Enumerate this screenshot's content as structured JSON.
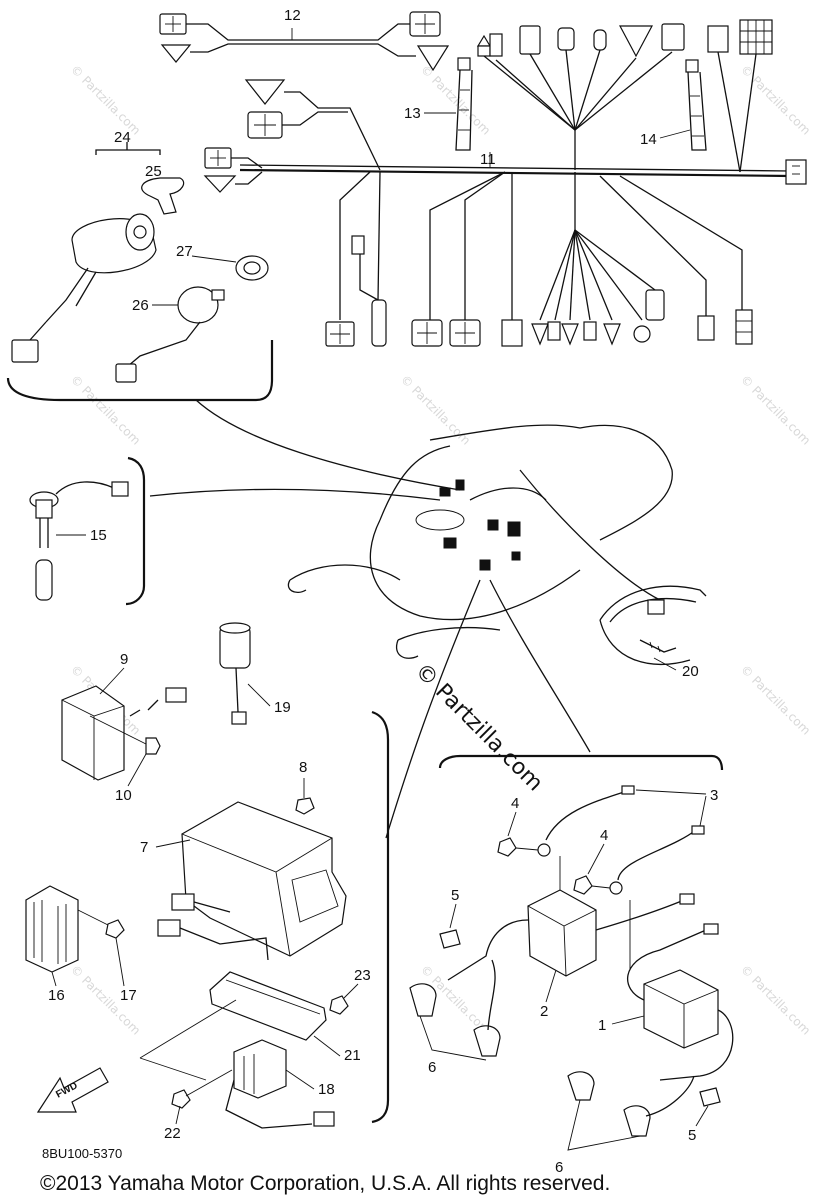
{
  "part_labels": {
    "p1": "1",
    "p2": "2",
    "p3": "3",
    "p4a": "4",
    "p4b": "4",
    "p5a": "5",
    "p5b": "5",
    "p6a": "6",
    "p6b": "6",
    "p7": "7",
    "p8": "8",
    "p9": "9",
    "p10": "10",
    "p11": "11",
    "p12": "12",
    "p13": "13",
    "p14": "14",
    "p15": "15",
    "p16": "16",
    "p17": "17",
    "p18": "18",
    "p19": "19",
    "p20": "20",
    "p21": "21",
    "p22": "22",
    "p23": "23",
    "p24": "24",
    "p25": "25",
    "p26": "26",
    "p27": "27"
  },
  "watermark": {
    "text": "© Partzilla.com",
    "center_text": "© Partzilla.com"
  },
  "fwd_arrow": "FWD",
  "diagram_code": "8BU100-5370",
  "copyright": "©2013  Yamaha Motor Corporation, U.S.A. All rights reserved.",
  "colors": {
    "ink": "#111111",
    "watermark": "#d8d8d8",
    "background": "#ffffff"
  }
}
